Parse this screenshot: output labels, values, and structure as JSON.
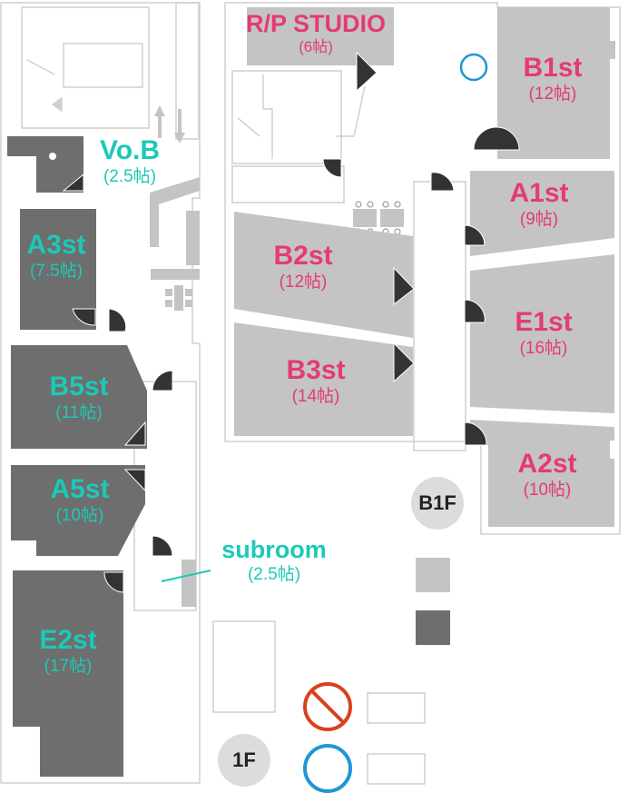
{
  "rooms_1f": [
    {
      "name": "Vo.B",
      "size": "(2.5帖)"
    },
    {
      "name": "A3st",
      "size": "(7.5帖)"
    },
    {
      "name": "B5st",
      "size": "(11帖)"
    },
    {
      "name": "A5st",
      "size": "(10帖)"
    },
    {
      "name": "E2st",
      "size": "(17帖)"
    },
    {
      "name": "subroom",
      "size": "(2.5帖)"
    }
  ],
  "rooms_b1f": [
    {
      "name": "R/P STUDIO",
      "size": "(6帖)"
    },
    {
      "name": "B1st",
      "size": "(12帖)"
    },
    {
      "name": "A1st",
      "size": "(9帖)"
    },
    {
      "name": "B2st",
      "size": "(12帖)"
    },
    {
      "name": "E1st",
      "size": "(16帖)"
    },
    {
      "name": "B3st",
      "size": "(14帖)"
    },
    {
      "name": "A2st",
      "size": "(10帖)"
    }
  ],
  "floor_badges": {
    "b1f": "B1F",
    "f1": "1F"
  },
  "colors": {
    "room_light": "#c4c4c4",
    "room_dark": "#6e6e6e",
    "label_pink": "#e43a78",
    "label_teal": "#1cc9b7",
    "prohibited_red": "#d9411e",
    "ok_blue": "#1e96d6"
  },
  "legend_icons": [
    "light-room-swatch",
    "dark-room-swatch",
    "prohibited-icon",
    "allowed-circle-icon"
  ]
}
